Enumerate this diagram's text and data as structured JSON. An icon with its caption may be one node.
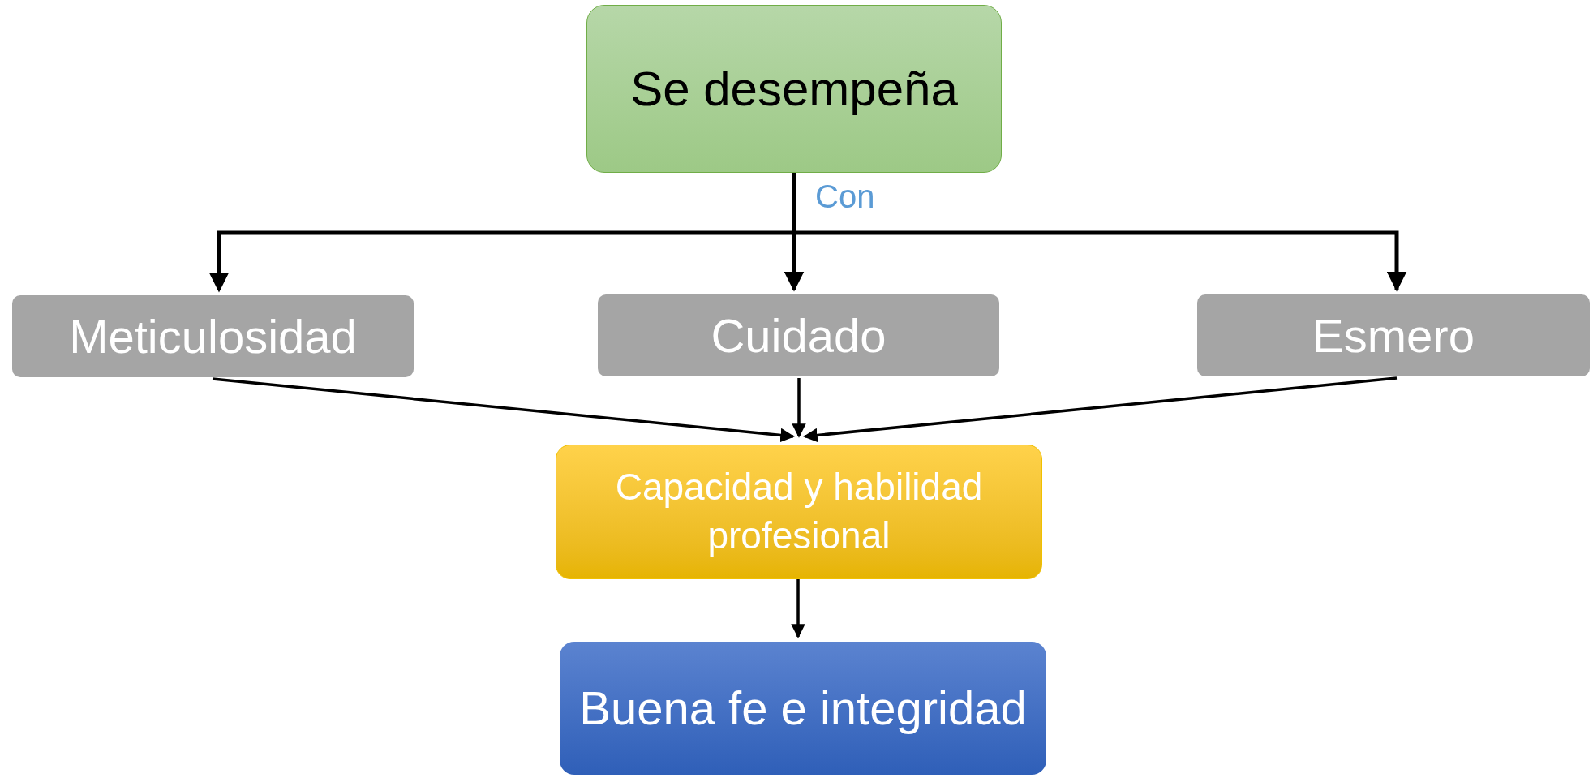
{
  "diagram": {
    "nodes": [
      {
        "text": [
          "Se desempeña"
        ]
      },
      {
        "text": [
          "Meticulosidad"
        ]
      },
      {
        "text": [
          "Cuidado"
        ]
      },
      {
        "text": [
          "Esmero"
        ]
      },
      {
        "text": [
          "Capacidad y habilidad profesional"
        ]
      },
      {
        "text": [
          "Buena fe e integridad"
        ]
      }
    ],
    "edges": [
      {
        "from": 0,
        "to": 1,
        "arrow": "to"
      },
      {
        "from": 0,
        "to": 2,
        "arrow": "to",
        "label": "Con"
      },
      {
        "from": 0,
        "to": 3,
        "arrow": "to"
      },
      {
        "from": 1,
        "to": 4,
        "arrow": "to"
      },
      {
        "from": 2,
        "to": 4,
        "arrow": "to"
      },
      {
        "from": 3,
        "to": 4,
        "arrow": "to"
      },
      {
        "from": 4,
        "to": 5,
        "arrow": "to"
      }
    ]
  }
}
